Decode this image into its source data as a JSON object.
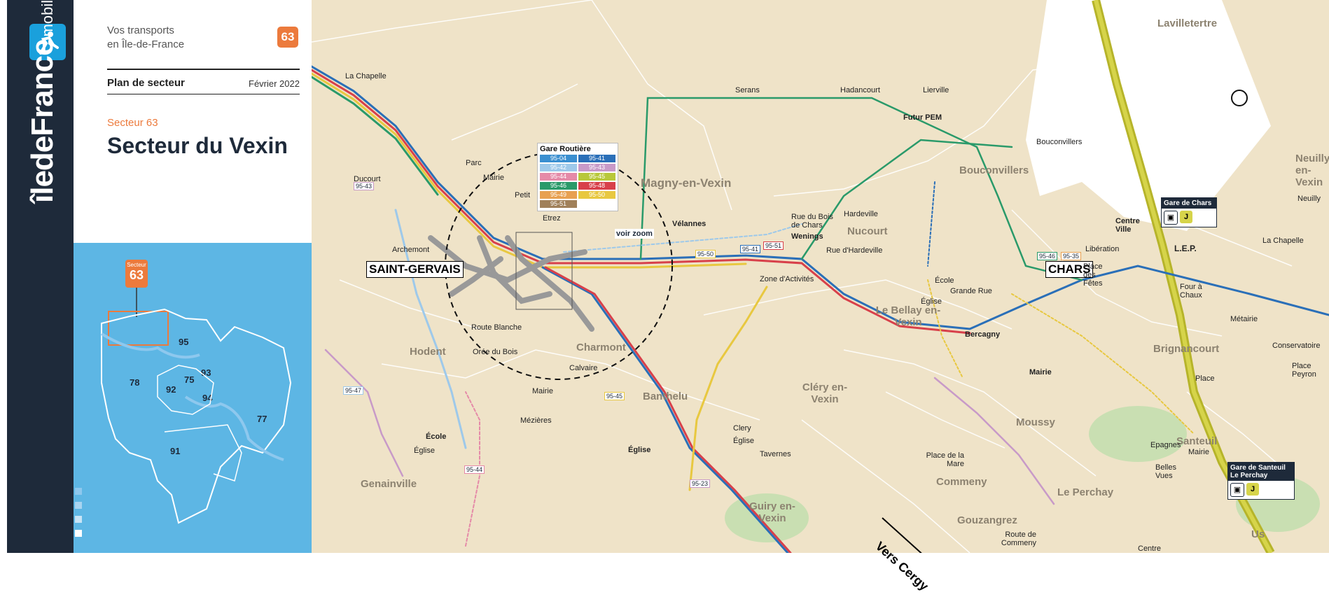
{
  "brand": {
    "name_big": "îledeFrance",
    "name_small": "mobilités",
    "logo": "runner-icon"
  },
  "header": {
    "line1": "Vos transports",
    "line2": "en Île-de-France",
    "sector_badge": "63",
    "plan_label": "Plan de secteur",
    "date": "Février 2022",
    "sector_label": "Secteur 63",
    "title": "Secteur du Vexin"
  },
  "inset": {
    "badge_top": "Secteur",
    "badge_num": "63",
    "departments": [
      "95",
      "78",
      "93",
      "75",
      "92",
      "94",
      "77",
      "91"
    ]
  },
  "map": {
    "callouts": {
      "saint_gervais": "SAINT-GERVAIS",
      "chars": "CHARS",
      "vers_cergy": "Vers Cergy",
      "voir_zoom": "voir zoom"
    },
    "gare_routiere": {
      "title": "Gare Routière",
      "lines": [
        "95-04",
        "95-41",
        "95-42",
        "95-43",
        "95-44",
        "95-45",
        "95-46",
        "95-48",
        "95-49",
        "95-50",
        "95-51"
      ],
      "colors": [
        "#3a8fd0",
        "#2a6fb8",
        "#9ec9ea",
        "#c89ac8",
        "#e58aa8",
        "#b8c83a",
        "#2a9a6a",
        "#d8404a",
        "#e8a050",
        "#e8c840",
        "#a0805a"
      ]
    },
    "towns": [
      "Magny-en-Vexin",
      "Bouconvillers",
      "Nucourt",
      "Le Bellay en-Vexin",
      "Charmont",
      "Banthelu",
      "Cléry en-Vexin",
      "Hodent",
      "Genainville",
      "Moussy",
      "Commeny",
      "Gouzangrez",
      "Le Perchay",
      "Brignancourt",
      "Santeuil",
      "Guiry en-Vexin",
      "Lavilletertre",
      "Neuilly en-Vexin",
      "Us"
    ],
    "stops": [
      "La Chapelle",
      "Ducourt",
      "Parc",
      "Mairie",
      "Petit",
      "Etrez",
      "Archemont",
      "Route Blanche",
      "Orée du Bois",
      "Calvaire",
      "Mairie",
      "Mézières",
      "École",
      "Église",
      "Serans",
      "Hadancourt",
      "Lierville",
      "Futur PEM",
      "Bouconvillers",
      "Vélannes",
      "Rue du Bois de Chars",
      "Hardeville",
      "Wenings",
      "Rue d'Hardeville",
      "Zone d'Activités",
      "École",
      "Grande Rue",
      "Église",
      "Bercagny",
      "Mairie",
      "Place de la Mare",
      "Route de Commeny",
      "Église",
      "Clery",
      "Église",
      "Tavernes",
      "Libération",
      "Place des Fêtes",
      "Centre Ville",
      "Four à Chaux",
      "La Chapelle",
      "Neuilly",
      "Métairie",
      "Conservatoire",
      "Place Peyron",
      "Place",
      "Epagnes",
      "Belles Vues",
      "Mairie",
      "Centre"
    ],
    "stations": [
      {
        "name": "Gare de Chars",
        "line": "J"
      },
      {
        "name": "Gare de Santeuil Le Perchay",
        "line": "J"
      }
    ],
    "lep": "L.E.P.",
    "line_tags": [
      "95-46",
      "95-35",
      "95-41",
      "95-51",
      "95-50",
      "95-43",
      "95-23",
      "95-44",
      "95-45",
      "95-47"
    ]
  }
}
